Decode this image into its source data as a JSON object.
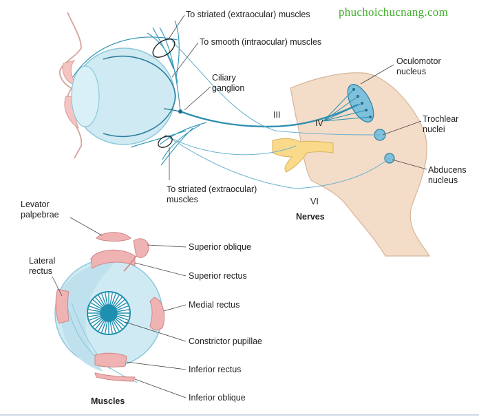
{
  "watermark": "phuchoichucnang.com",
  "colors": {
    "eye_fill": "#cfeaf3",
    "eye_stroke": "#7cc3dc",
    "nerve": "#3a8fb3",
    "brainstem": "#f3dcc8",
    "muscle": "#f0b3b3",
    "pupil": "#1f8fb0",
    "ganglion_yellow": "#f9d98a"
  },
  "nerves_panel": {
    "title": "Nerves",
    "to_striated_top": "To striated (extraocular) muscles",
    "to_smooth": "To smooth (intraocular) muscles",
    "ciliary_ganglion": "Ciliary ganglion",
    "to_striated_bottom": "To striated (extraocular) muscles",
    "nerve_iii": "III",
    "nerve_iv": "IV",
    "nerve_vi": "VI",
    "oculomotor_nucleus": "Oculomotor nucleus",
    "trochlear_nuclei": "Trochlear nuclei",
    "abducens_nucleus": "Abducens nucleus"
  },
  "muscles_panel": {
    "title": "Muscles",
    "levator_palpebrae": "Levator palpebrae",
    "lateral_rectus": "Lateral rectus",
    "superior_oblique": "Superior oblique",
    "superior_rectus": "Superior rectus",
    "medial_rectus": "Medial rectus",
    "constrictor_pupillae": "Constrictor pupillae",
    "inferior_rectus": "Inferior rectus",
    "inferior_oblique": "Inferior oblique"
  }
}
